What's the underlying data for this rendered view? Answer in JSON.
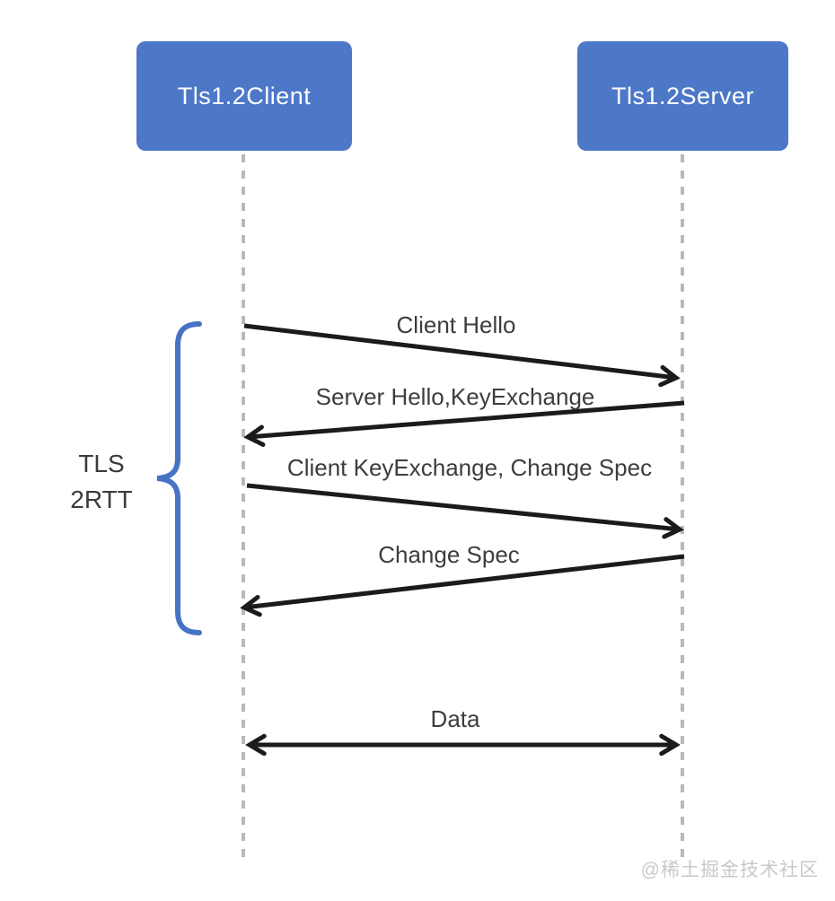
{
  "diagram_type": "sequence",
  "actors": [
    {
      "id": "client",
      "label": "Tls1.2Client"
    },
    {
      "id": "server",
      "label": "Tls1.2Server"
    }
  ],
  "messages": [
    {
      "label": "Client Hello",
      "from": "client",
      "to": "server",
      "bidirectional": false
    },
    {
      "label": "Server Hello,KeyExchange",
      "from": "server",
      "to": "client",
      "bidirectional": false
    },
    {
      "label": "Client KeyExchange, Change Spec",
      "from": "client",
      "to": "server",
      "bidirectional": false
    },
    {
      "label": "Change Spec",
      "from": "server",
      "to": "client",
      "bidirectional": false
    },
    {
      "label": "Data",
      "from": "client",
      "to": "server",
      "bidirectional": true
    }
  ],
  "brace_annotation": {
    "line1": "TLS",
    "line2": "2RTT",
    "spans_messages": [
      0,
      1,
      2,
      3
    ]
  },
  "watermark": "@稀土掘金技术社区",
  "colors": {
    "actor_fill": "#4d78c8",
    "actor_text": "#ffffff",
    "brace": "#4673c4",
    "arrow": "#1b1b1b",
    "lifeline": "#b9b9b9",
    "label_text": "#3d3d3d",
    "watermark_text": "#c9c9c9",
    "background": "#ffffff"
  }
}
